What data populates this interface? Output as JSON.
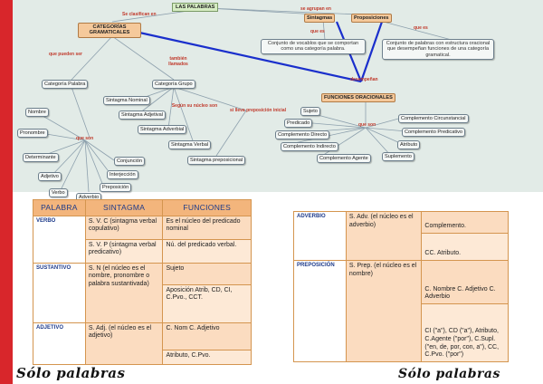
{
  "map": {
    "root": "LAS PALABRAS",
    "root_links": {
      "left": "Se clasifican en",
      "right": "se agrupan en"
    },
    "cat_gram": "CATEGORÍAS GRAMATICALES",
    "sintagmas": "Sintagmas",
    "proposiciones": "Proposiciones",
    "que_es1": "que es",
    "que_es2": "que es",
    "def_sintagma": "Conjunto de vocablos que se comportan como una categoría palabra.",
    "def_proposicion": "Conjunto de palabras con estructura oracional que desempeñan funciones de una categoría gramatical.",
    "que_pueden_ser": "que pueden ser",
    "tambien_llamados": "también llamados",
    "desempenan": "desempeñan",
    "cat_palabra": "Categoría Palabra",
    "cat_grupo": "Categoría Grupo",
    "sint_nominal": "Sintagma Nominal",
    "sint_adjetival": "Sintagma Adjetival",
    "sint_adverbial": "Sintagma Adverbial",
    "sint_verbal": "Sintagma Verbal",
    "sint_prep": "Sintagma preposicional",
    "segun_nucleo": "Según su núcleo son",
    "si_lleva_prep": "si lleva preposición inicial",
    "que_son1": "que son",
    "que_son2": "que son",
    "nombre": "Nombre",
    "pronombre": "Pronombre",
    "determinante": "Determinante",
    "adjetivo": "Adjetivo",
    "verbo": "Verbo",
    "adverbio": "Adverbio",
    "preposicion": "Preposición",
    "interjeccion": "Interjección",
    "conjuncion": "Conjunción",
    "funciones_oracionales": "FUNCIONES ORACIONALES",
    "sujeto": "Sujeto",
    "predicado": "Predicado",
    "c_directo": "Complemento Directo",
    "c_indirecto": "Complemento Indirecto",
    "c_agente": "Complemento Agente",
    "suplemento": "Suplemento",
    "atributo": "Atributo",
    "c_predicativo": "Complemento Predicativo",
    "c_circunstancial": "Complemento Circunstancial"
  },
  "table_left": {
    "headers": [
      "PALABRA",
      "SINTAGMA",
      "FUNCIONES"
    ],
    "verbo": {
      "label": "VERBO",
      "s1": "S. V. C (sintagma verbal copulativo)",
      "f1": "Es el núcleo del predicado nominal",
      "s2": "S. V. P (sintagma verbal predicativo)",
      "f2": "Nú. del predicado verbal."
    },
    "sustantivo": {
      "label": "SUSTANTIVO",
      "s": "S. N (el núcleo es el nombre, pronombre o palabra sustantivada)",
      "f1": "Sujeto",
      "f2": "Aposición Atrib, CD, CI, C.Pvo., CCT."
    },
    "adjetivo": {
      "label": "ADJETIVO",
      "s": "S. Adj. (el núcleo es el adjetivo)",
      "f1": "C. Nom C. Adjetivo",
      "f2": "Atributo, C.Pvo."
    }
  },
  "table_right": {
    "adverbio": {
      "label": "ADVERBIO",
      "s": "S. Adv. (el núcleo es el adverbio)",
      "f1": "Complemento.",
      "f2": "CC. Atributo."
    },
    "preposicion": {
      "label": "PREPOSICIÓN",
      "s": "S. Prep. (el núcleo es el nombre)",
      "f1": "C. Nombre C. Adjetivo C. Adverbio",
      "f2": "CI (\"a\"), CD (\"a\"), Atributo, C.Agente (\"por\"), C.Supl. (\"en, de, por, con, a\"), CC, C.Pvo. (\"por\")"
    }
  },
  "logo": "Sólo palabras",
  "colors": {
    "accent_bar": "#d8262b",
    "map_bg": "#e2ebe7",
    "header_bg": "#f3b57c",
    "link_red": "#c0392b",
    "blue_link": "#1a2fcc"
  }
}
